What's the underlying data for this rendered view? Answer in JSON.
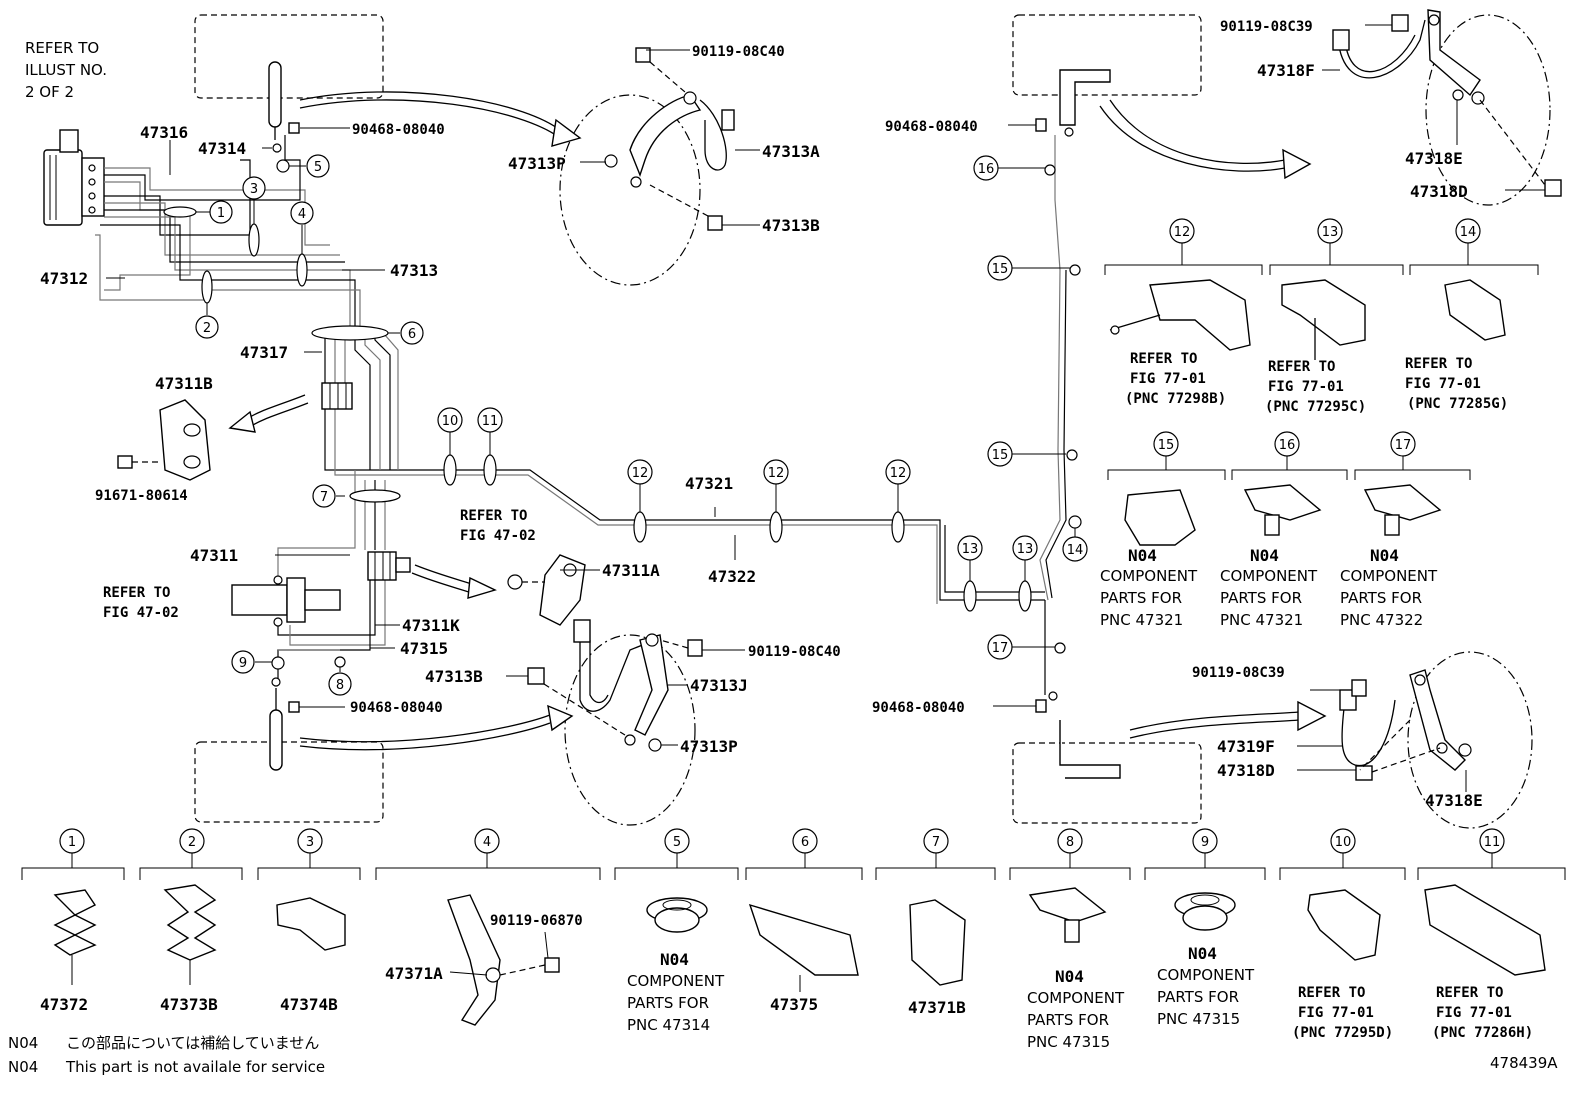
{
  "refer_illust": [
    "REFER TO",
    "ILLUST NO.",
    "2 OF 2"
  ],
  "labels": {
    "p47316": "47316",
    "p47314": "47314",
    "p47312": "47312",
    "p47313": "47313",
    "p47317": "47317",
    "p47311b": "47311B",
    "p91671": "91671-80614",
    "p47311": "47311",
    "p47311k": "47311K",
    "p47315": "47315",
    "p47311a": "47311A",
    "p47321": "47321",
    "p47322": "47322",
    "p90468_a": "90468-08040",
    "p90468_b": "90468-08040",
    "p90468_c": "90468-08040",
    "p90468_d": "90468-08040",
    "p90119_c40a": "90119-08C40",
    "p47313a": "47313A",
    "p47313p_a": "47313P",
    "p47313b_a": "47313B",
    "p90119_c40b": "90119-08C40",
    "p47313b_b": "47313B",
    "p47313j": "47313J",
    "p47313p_b": "47313P",
    "p90119_c39a": "90119-08C39",
    "p47318f": "47318F",
    "p47318e_a": "47318E",
    "p47318d_a": "47318D",
    "p90119_c39b": "90119-08C39",
    "p47319f": "47319F",
    "p47318d_b": "47318D",
    "p47318e_b": "47318E",
    "p90119_06870": "90119-06870",
    "p47371a": "47371A"
  },
  "refer_fig": {
    "line1": "REFER TO",
    "line2": "FIG 47-02"
  },
  "callouts": {
    "c1": "1",
    "c2": "2",
    "c3": "3",
    "c4": "4",
    "c5": "5",
    "c6": "6",
    "c7": "7",
    "c8": "8",
    "c9": "9",
    "c10": "10",
    "c11": "11",
    "c12": "12",
    "c13": "13",
    "c14": "14",
    "c15": "15",
    "c16": "16",
    "c17": "17"
  },
  "right_panels": [
    {
      "num": "12",
      "lines": [
        "REFER TO",
        "FIG 77-01",
        "(PNC 77298B)"
      ]
    },
    {
      "num": "13",
      "lines": [
        "REFER TO",
        "FIG 77-01",
        "(PNC 77295C)"
      ]
    },
    {
      "num": "14",
      "lines": [
        "REFER TO",
        "FIG 77-01",
        "(PNC 77285G)"
      ]
    },
    {
      "num": "15",
      "code": "N04",
      "lines": [
        "COMPONENT",
        "PARTS FOR",
        "PNC 47321"
      ]
    },
    {
      "num": "16",
      "code": "N04",
      "lines": [
        "COMPONENT",
        "PARTS FOR",
        "PNC 47321"
      ]
    },
    {
      "num": "17",
      "code": "N04",
      "lines": [
        "COMPONENT",
        "PARTS FOR",
        "PNC 47322"
      ]
    }
  ],
  "bottom_panels": [
    {
      "num": "1",
      "part": "47372"
    },
    {
      "num": "2",
      "part": "47373B"
    },
    {
      "num": "3",
      "part": "47374B"
    },
    {
      "num": "4",
      "part": "47371A",
      "bolt": "90119-06870"
    },
    {
      "num": "5",
      "code": "N04",
      "lines": [
        "COMPONENT",
        "PARTS FOR",
        "PNC 47314"
      ]
    },
    {
      "num": "6",
      "part": "47375"
    },
    {
      "num": "7",
      "part": "47371B"
    },
    {
      "num": "8",
      "code": "N04",
      "lines": [
        "COMPONENT",
        "PARTS FOR",
        "PNC 47315"
      ]
    },
    {
      "num": "9",
      "code": "N04",
      "lines": [
        "COMPONENT",
        "PARTS FOR",
        "PNC 47315"
      ]
    },
    {
      "num": "10",
      "lines": [
        "REFER TO",
        "FIG 77-01",
        "(PNC 77295D)"
      ]
    },
    {
      "num": "11",
      "lines": [
        "REFER TO",
        "FIG 77-01",
        "(PNC 77286H)"
      ]
    }
  ],
  "footnotes": [
    {
      "code": "N04",
      "text": "この部品については補給していません"
    },
    {
      "code": "N04",
      "text": "This part is not availale for service"
    }
  ],
  "drawing_id": "478439A"
}
